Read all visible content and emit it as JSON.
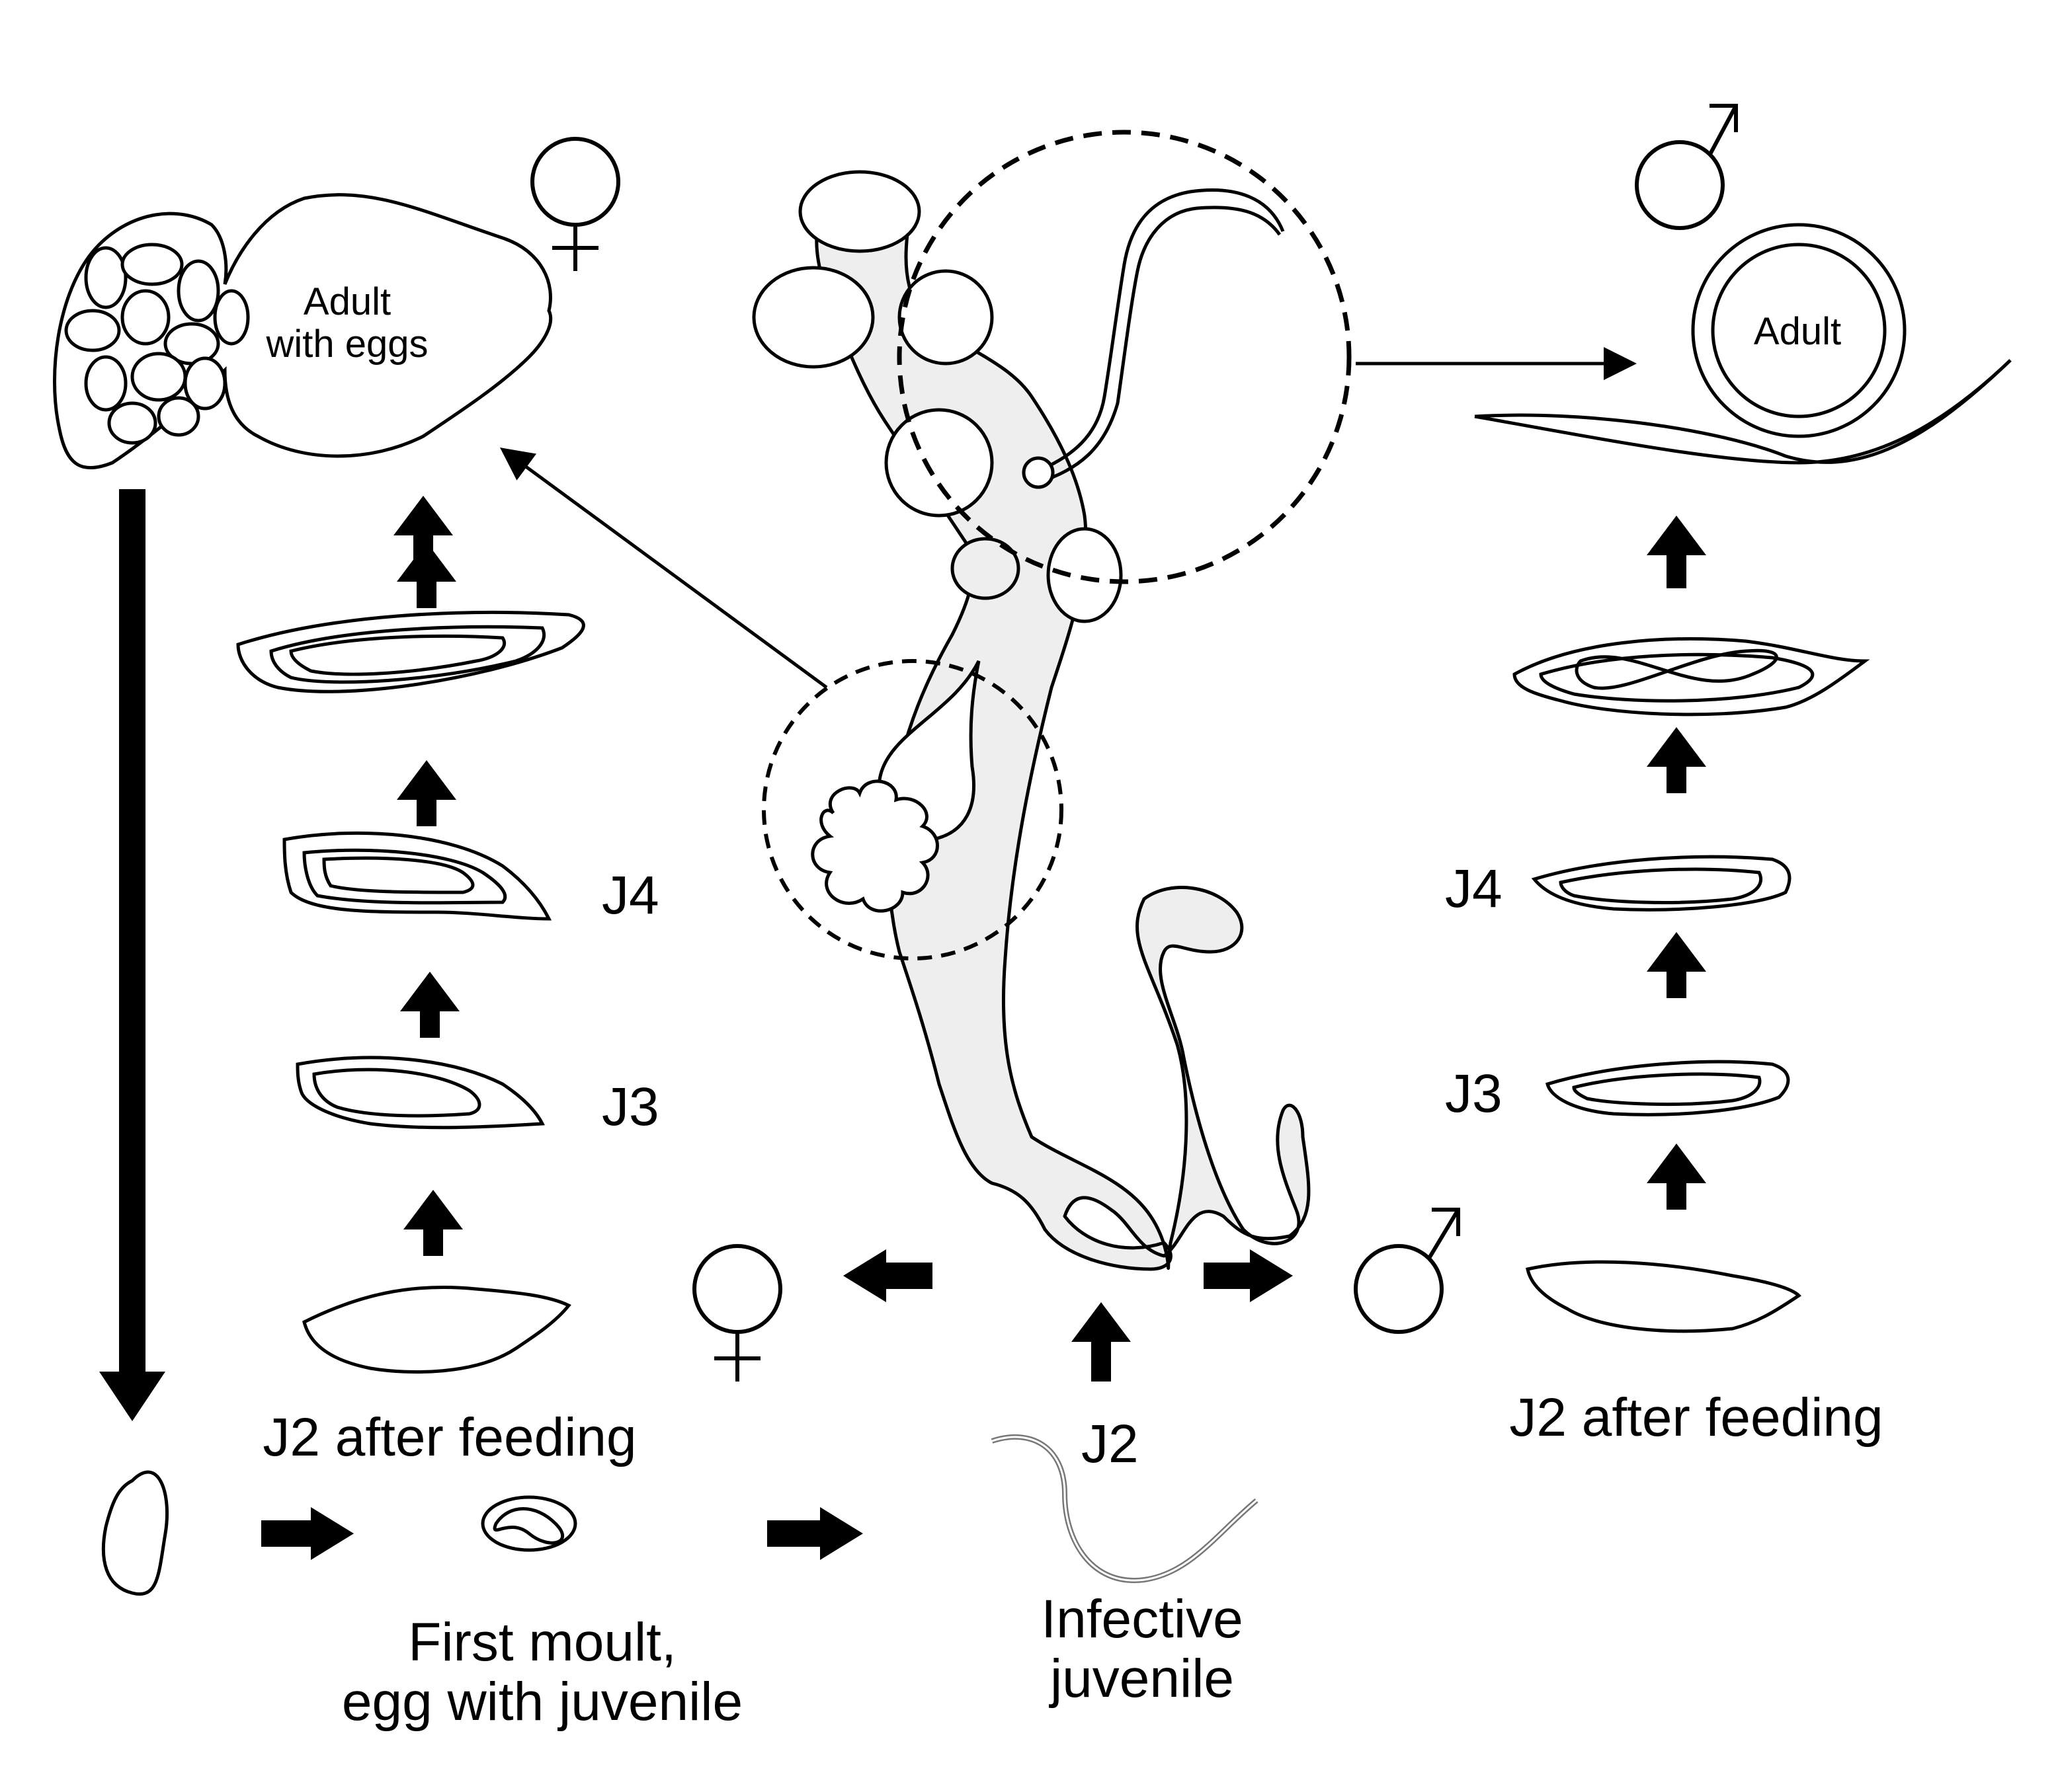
{
  "colors": {
    "stroke": "#000000",
    "root_fill": "#eeeeee",
    "background": "#ffffff"
  },
  "labels": {
    "adult_female": "Adult\nwith eggs",
    "adult_male": "Adult",
    "j4_left": "J4",
    "j3_left": "J3",
    "j4_right": "J4",
    "j3_right": "J3",
    "j2_after_feeding_left": "J2 after feeding",
    "j2_after_feeding_right": "J2 after feeding",
    "j2_infective": "J2",
    "first_moult": "First moult,\negg with juvenile",
    "infective_juvenile": "Infective\njuvenile"
  },
  "symbols": {
    "female": "female-symbol-icon",
    "male": "male-symbol-icon"
  }
}
